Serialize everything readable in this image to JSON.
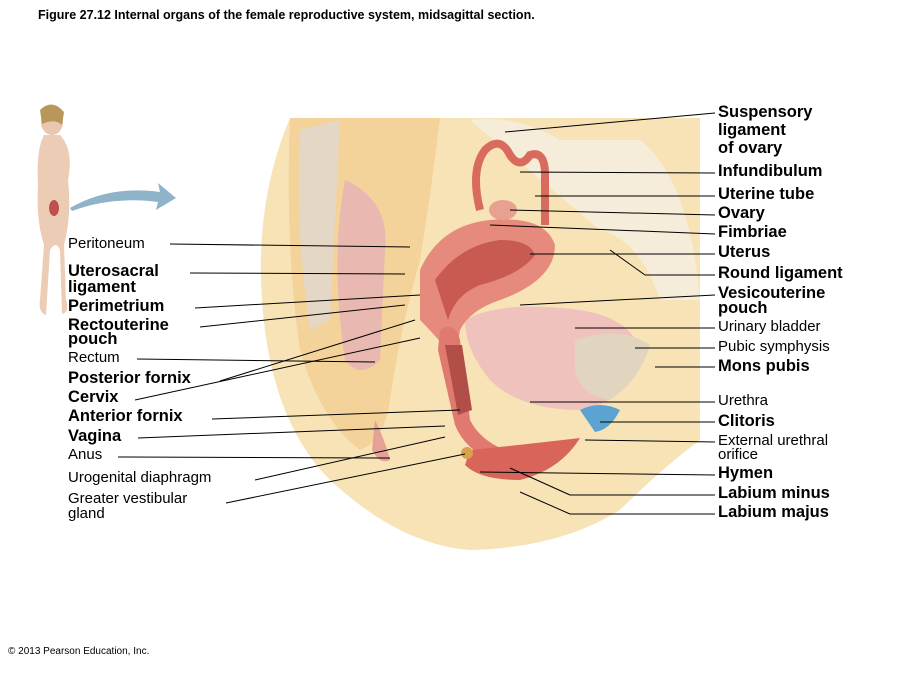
{
  "title": "Figure 27.12 Internal organs of the female reproductive system, midsagittal section.",
  "copyright": "© 2013 Pearson Education, Inc.",
  "left_labels": {
    "peritoneum": "Peritoneum",
    "uterosacral_1": "Uterosacral",
    "uterosacral_2": "ligament",
    "perimetrium": "Perimetrium",
    "rectouterine_1": "Rectouterine",
    "rectouterine_2": "pouch",
    "rectum": "Rectum",
    "posterior_fornix": "Posterior fornix",
    "cervix": "Cervix",
    "anterior_fornix": "Anterior fornix",
    "vagina": "Vagina",
    "anus": "Anus",
    "urogenital_diaphragm": "Urogenital diaphragm",
    "greater_vestibular_1": "Greater vestibular",
    "greater_vestibular_2": "gland"
  },
  "right_labels": {
    "suspensory_1": "Suspensory",
    "suspensory_2": "ligament",
    "suspensory_3": "of ovary",
    "infundibulum": "Infundibulum",
    "uterine_tube": "Uterine tube",
    "ovary": "Ovary",
    "fimbriae": "Fimbriae",
    "uterus": "Uterus",
    "round_ligament": "Round ligament",
    "vesicouterine_1": "Vesicouterine",
    "vesicouterine_2": "pouch",
    "urinary_bladder": "Urinary bladder",
    "pubic_symphysis": "Pubic symphysis",
    "mons_pubis": "Mons pubis",
    "urethra": "Urethra",
    "clitoris": "Clitoris",
    "external_urethral_1": "External urethral",
    "external_urethral_2": "orifice",
    "hymen": "Hymen",
    "labium_minus": "Labium minus",
    "labium_majus": "Labium majus"
  }
}
